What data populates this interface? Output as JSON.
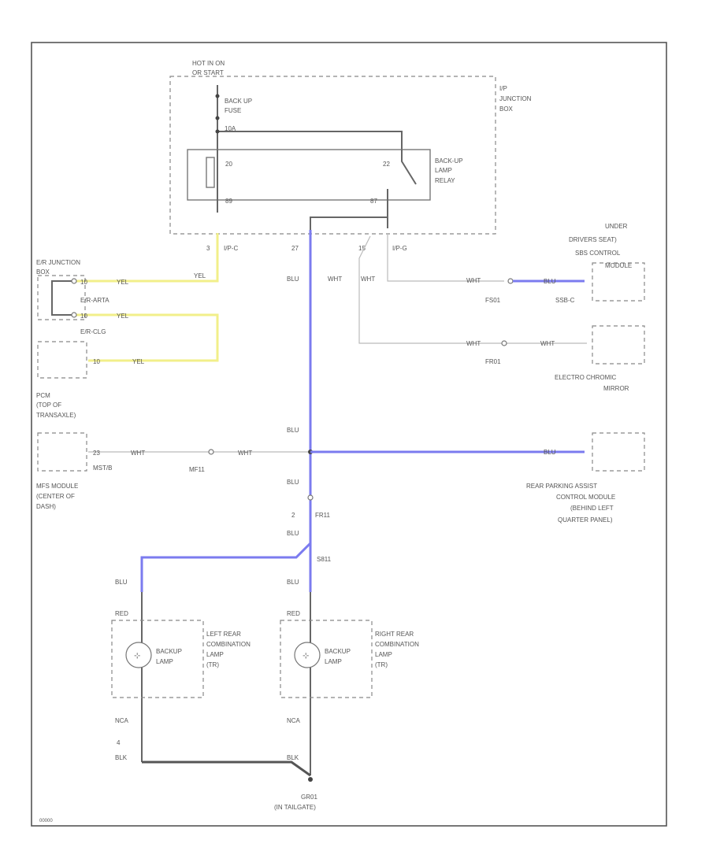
{
  "colors": {
    "blue_wire": "#7b7bef",
    "yellow_wire": "#f2ef8a",
    "white_wire": "#c8c8c8",
    "black_wire": "#555555"
  },
  "labels": {
    "hot_in_on": "HOT IN ON",
    "or_start": "OR START",
    "ip_junction_box_1": "I/P",
    "ip_junction_box_2": "JUNCTION",
    "ip_junction_box_3": "BOX",
    "backup_fuse_1": "BACK UP",
    "backup_fuse_2": "FUSE",
    "fuse_amp": "10A",
    "relay_1": "BACK-UP",
    "relay_2": "LAMP",
    "relay_3": "RELAY",
    "pin_20": "20",
    "pin_22": "22",
    "pin_89": "89",
    "pin_87": "87",
    "ipc_pin": "3",
    "ipc": "I/P-C",
    "pin_27": "27",
    "pin_15": "15",
    "ipg": "I/P-G",
    "er_junction_1": "E/R JUNCTION",
    "er_junction_2": "BOX",
    "er_pin_10a": "10",
    "er_yel_a": "YEL",
    "er_yel_b": "YEL",
    "conn_erarta": "E/R-ARTA",
    "er_pin_10b": "10",
    "er_yel_c": "YEL",
    "conn_erclg": "E/R-CLG",
    "pcm_pin": "10",
    "pcm_yel": "YEL",
    "pcm_1": "PCM",
    "pcm_2": "(TOP OF",
    "pcm_3": "TRANSAXLE)",
    "blu_1": "BLU",
    "wht_1": "WHT",
    "wht_2": "WHT",
    "wht_3": "WHT",
    "blu_seat": "BLU",
    "conn_fs01": "FS01",
    "conn_ssbc": "SSB-C",
    "seat_1": "UNDER",
    "seat_2": "DRIVERS SEAT)",
    "seat_3": "SBS CONTROL",
    "seat_4": "MODULE",
    "wht_ecm": "WHT",
    "wht_ecm2": "WHT",
    "conn_fr01": "FR01",
    "ecm_1": "ELECTRO CHROMIC",
    "ecm_2": "MIRROR",
    "blu_2": "BLU",
    "mfs_pin": "23",
    "mfs_conn": "MST/B",
    "wht_mfs1": "WHT",
    "wht_mfs2": "WHT",
    "conn_mf11": "MF11",
    "mfs_1": "MFS MODULE",
    "mfs_2": "(CENTER OF",
    "mfs_3": "DASH)",
    "blu_rpa": "BLU",
    "rpa_1": "REAR PARKING ASSIST",
    "rpa_2": "CONTROL MODULE",
    "rpa_3": "(BEHIND LEFT",
    "rpa_4": "QUARTER PANEL)",
    "blu_3": "BLU",
    "fr11_pin": "2",
    "conn_fr11": "FR11",
    "blu_4": "BLU",
    "conn_s811": "S811",
    "blu_left": "BLU",
    "blu_right": "BLU",
    "red_left": "RED",
    "red_right": "RED",
    "lamp_left": "BACKUP",
    "lamp_left2": "LAMP",
    "lamp_right": "BACKUP",
    "lamp_right2": "LAMP",
    "lrcl_1": "LEFT REAR",
    "lrcl_2": "COMBINATION",
    "lrcl_3": "LAMP",
    "lrcl_4": "(TR)",
    "rrcl_1": "RIGHT REAR",
    "rrcl_2": "COMBINATION",
    "rrcl_3": "LAMP",
    "rrcl_4": "(TR)",
    "nca_left": "NCA",
    "nca_right": "NCA",
    "gnd_pin_left": "4",
    "blk_left": "BLK",
    "blk_right": "BLK",
    "gnd_1": "GR01",
    "gnd_2": "(IN TAILGATE)",
    "fig_id": "00000"
  }
}
